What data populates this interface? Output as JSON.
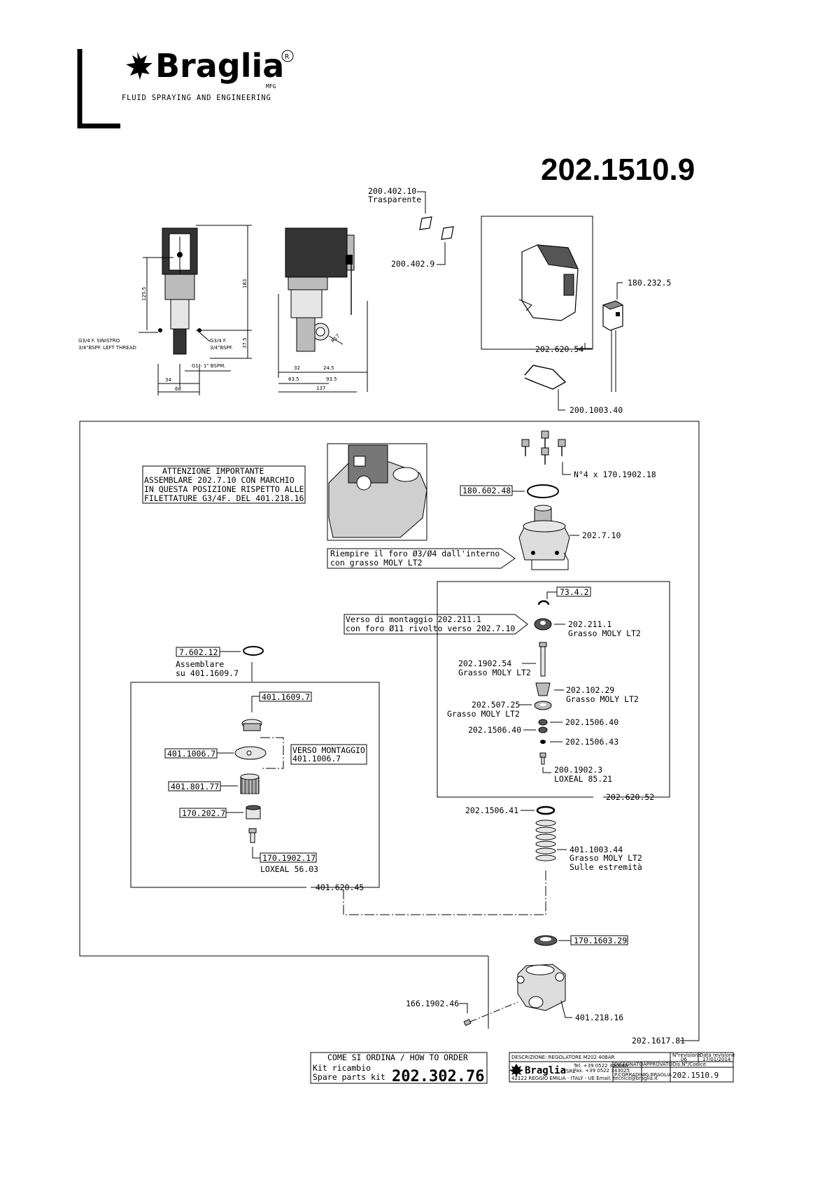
{
  "header": {
    "brand": "Braglia",
    "registered": "R",
    "mfg": "MFG",
    "tagline": "FLUID SPRAYING AND ENGINEERING",
    "document_number": "202.1510.9"
  },
  "dimension_drawing": {
    "dims": [
      "125.5",
      "183",
      "37.5",
      "34",
      "68",
      "G1 - 1\" BSPM.",
      "32",
      "24.5",
      "63.5",
      "93.5",
      "137",
      "R17"
    ],
    "port_left_line1": "G3/4 F. SINISTRO",
    "port_left_line2": "3/4\"BSPF. LEFT THREAD",
    "port_right_line1": "G3/4 F.",
    "port_right_line2": "3/4\"BSPF."
  },
  "top_parts": {
    "lens_transparent_code": "200.402.10",
    "lens_transparent_note": "Trasparente",
    "lens_code": "200.402.9",
    "cover_code": "202.620.54",
    "connector_code": "180.232.5",
    "clip_code": "200.1003.40"
  },
  "notes": {
    "warning_line1": "ATTENZIONE  IMPORTANTE",
    "warning_line2": "ASSEMBLARE 202.7.10 CON MARCHIO",
    "warning_line3": "IN QUESTA POSIZIONE RISPETTO ALLE",
    "warning_line4": "FILETTATURE G3/4F. DEL 401.218.16",
    "fill_line1": "Riempire il foro Ø3/Ø4 dall'interno",
    "fill_line2": "con grasso MOLY LT2",
    "mount_line1": "Verso di montaggio 202.211.1",
    "mount_line2": "con foro Ø11 rivolto verso 202.7.10",
    "verso_line1": "VERSO MONTAGGIO",
    "verso_line2": "401.1006.7"
  },
  "parts": {
    "screws": "N°4 x 170.1902.18",
    "oring_top": "180.602.48",
    "body_top": "202.7.10",
    "ring_734": "73.4.2",
    "p202_211_1": "202.211.1",
    "grease": "Grasso MOLY LT2",
    "p202_1902_54": "202.1902.54",
    "p202_102_29": "202.102.29",
    "p202_507_25": "202.507.25",
    "p202_1506_40": "202.1506.40",
    "p202_1506_43": "202.1506.43",
    "p200_1902_3": "200.1902.3",
    "loxeal_8521": "LOXEAL 85.21",
    "kit_202_620_52": "202.620.52",
    "p202_1506_41": "202.1506.41",
    "p401_1003_44": "401.1003.44",
    "ends_note": "Sulle estremità",
    "p7_602_12": "7.602.12",
    "assemble_line1": "Assemblare",
    "assemble_line2": "su 401.1609.7",
    "p401_1609_7": "401.1609.7",
    "p401_1006_7": "401.1006.7",
    "p401_801_77": "401.801.77",
    "p170_202_7": "170.202.7",
    "p170_1902_17": "170.1902.17",
    "loxeal_5603": "LOXEAL 56.03",
    "kit_401_620_45": "401.620.45",
    "p170_1603_29": "170.1603.29",
    "p166_1902_46": "166.1902.46",
    "p401_218_16": "401.218.16",
    "kit_202_1617_81": "202.1617.81"
  },
  "order_box": {
    "title": "COME SI ORDINA / HOW TO ORDER",
    "line1": "Kit ricambio",
    "line2": "Spare parts kit",
    "kit_code": "202.302.76"
  },
  "title_block": {
    "description": "DESCRIZIONE: REGOLATORE M202 40BAR",
    "revision_label": "N°revisione",
    "revision_value": "06",
    "date_label": "Data revisione",
    "date_value": "17/01/2014",
    "drawn_label": "DISEGNATO",
    "drawn_value": "P.CORRADINI",
    "approved_label": "APPROVATO",
    "approved_value": "G.BRAGLIA",
    "code_label": "Dis.N°/Codice",
    "code_value": "202.1510.9",
    "brand": "Braglia",
    "brand_suffix": "SRL",
    "tel": "Tel. +39 0522 340648",
    "fax": "Fax. +39 0522 343025",
    "address": "42122 REGGIO EMILIA - ITALY - UE Email: tecnico@braglia.it"
  }
}
